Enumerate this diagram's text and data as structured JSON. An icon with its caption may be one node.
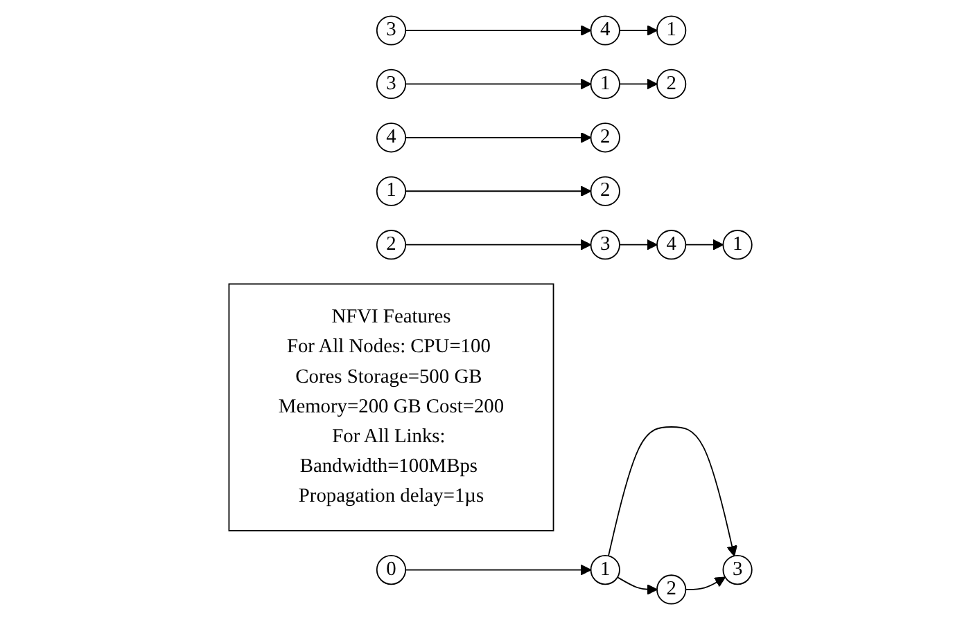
{
  "diagram": {
    "nodes": [
      {
        "text": [
          "3"
        ]
      },
      {
        "text": [
          "4"
        ]
      },
      {
        "text": [
          "1"
        ]
      },
      {
        "text": [
          "3"
        ]
      },
      {
        "text": [
          "1"
        ]
      },
      {
        "text": [
          "2"
        ]
      },
      {
        "text": [
          "4"
        ]
      },
      {
        "text": [
          "2"
        ]
      },
      {
        "text": [
          "1"
        ]
      },
      {
        "text": [
          "2"
        ]
      },
      {
        "text": [
          "2"
        ]
      },
      {
        "text": [
          "3"
        ]
      },
      {
        "text": [
          "4"
        ]
      },
      {
        "text": [
          "1"
        ]
      },
      {
        "text": [
          "NFVI Features",
          "For All Nodes: CPU=100 Cores Storage=500 GB Memory=200 GB Cost=200",
          "For All Links: Bandwidth=100MBps Propagation delay=1µs"
        ]
      },
      {
        "text": [
          "0"
        ]
      },
      {
        "text": [
          "1"
        ]
      },
      {
        "text": [
          "3"
        ]
      },
      {
        "text": [
          "2"
        ]
      }
    ],
    "edges": [
      {
        "from": 0,
        "to": 1,
        "arrow": "to"
      },
      {
        "from": 1,
        "to": 2,
        "arrow": "to"
      },
      {
        "from": 3,
        "to": 4,
        "arrow": "to"
      },
      {
        "from": 4,
        "to": 5,
        "arrow": "to"
      },
      {
        "from": 6,
        "to": 7,
        "arrow": "to"
      },
      {
        "from": 8,
        "to": 9,
        "arrow": "to"
      },
      {
        "from": 10,
        "to": 11,
        "arrow": "to"
      },
      {
        "from": 11,
        "to": 12,
        "arrow": "to"
      },
      {
        "from": 12,
        "to": 13,
        "arrow": "to"
      },
      {
        "from": 15,
        "to": 16,
        "arrow": "to"
      },
      {
        "from": 16,
        "to": 17,
        "arrow": "to"
      },
      {
        "from": 16,
        "to": 18,
        "arrow": "to"
      },
      {
        "from": 18,
        "to": 17,
        "arrow": "to"
      }
    ]
  }
}
